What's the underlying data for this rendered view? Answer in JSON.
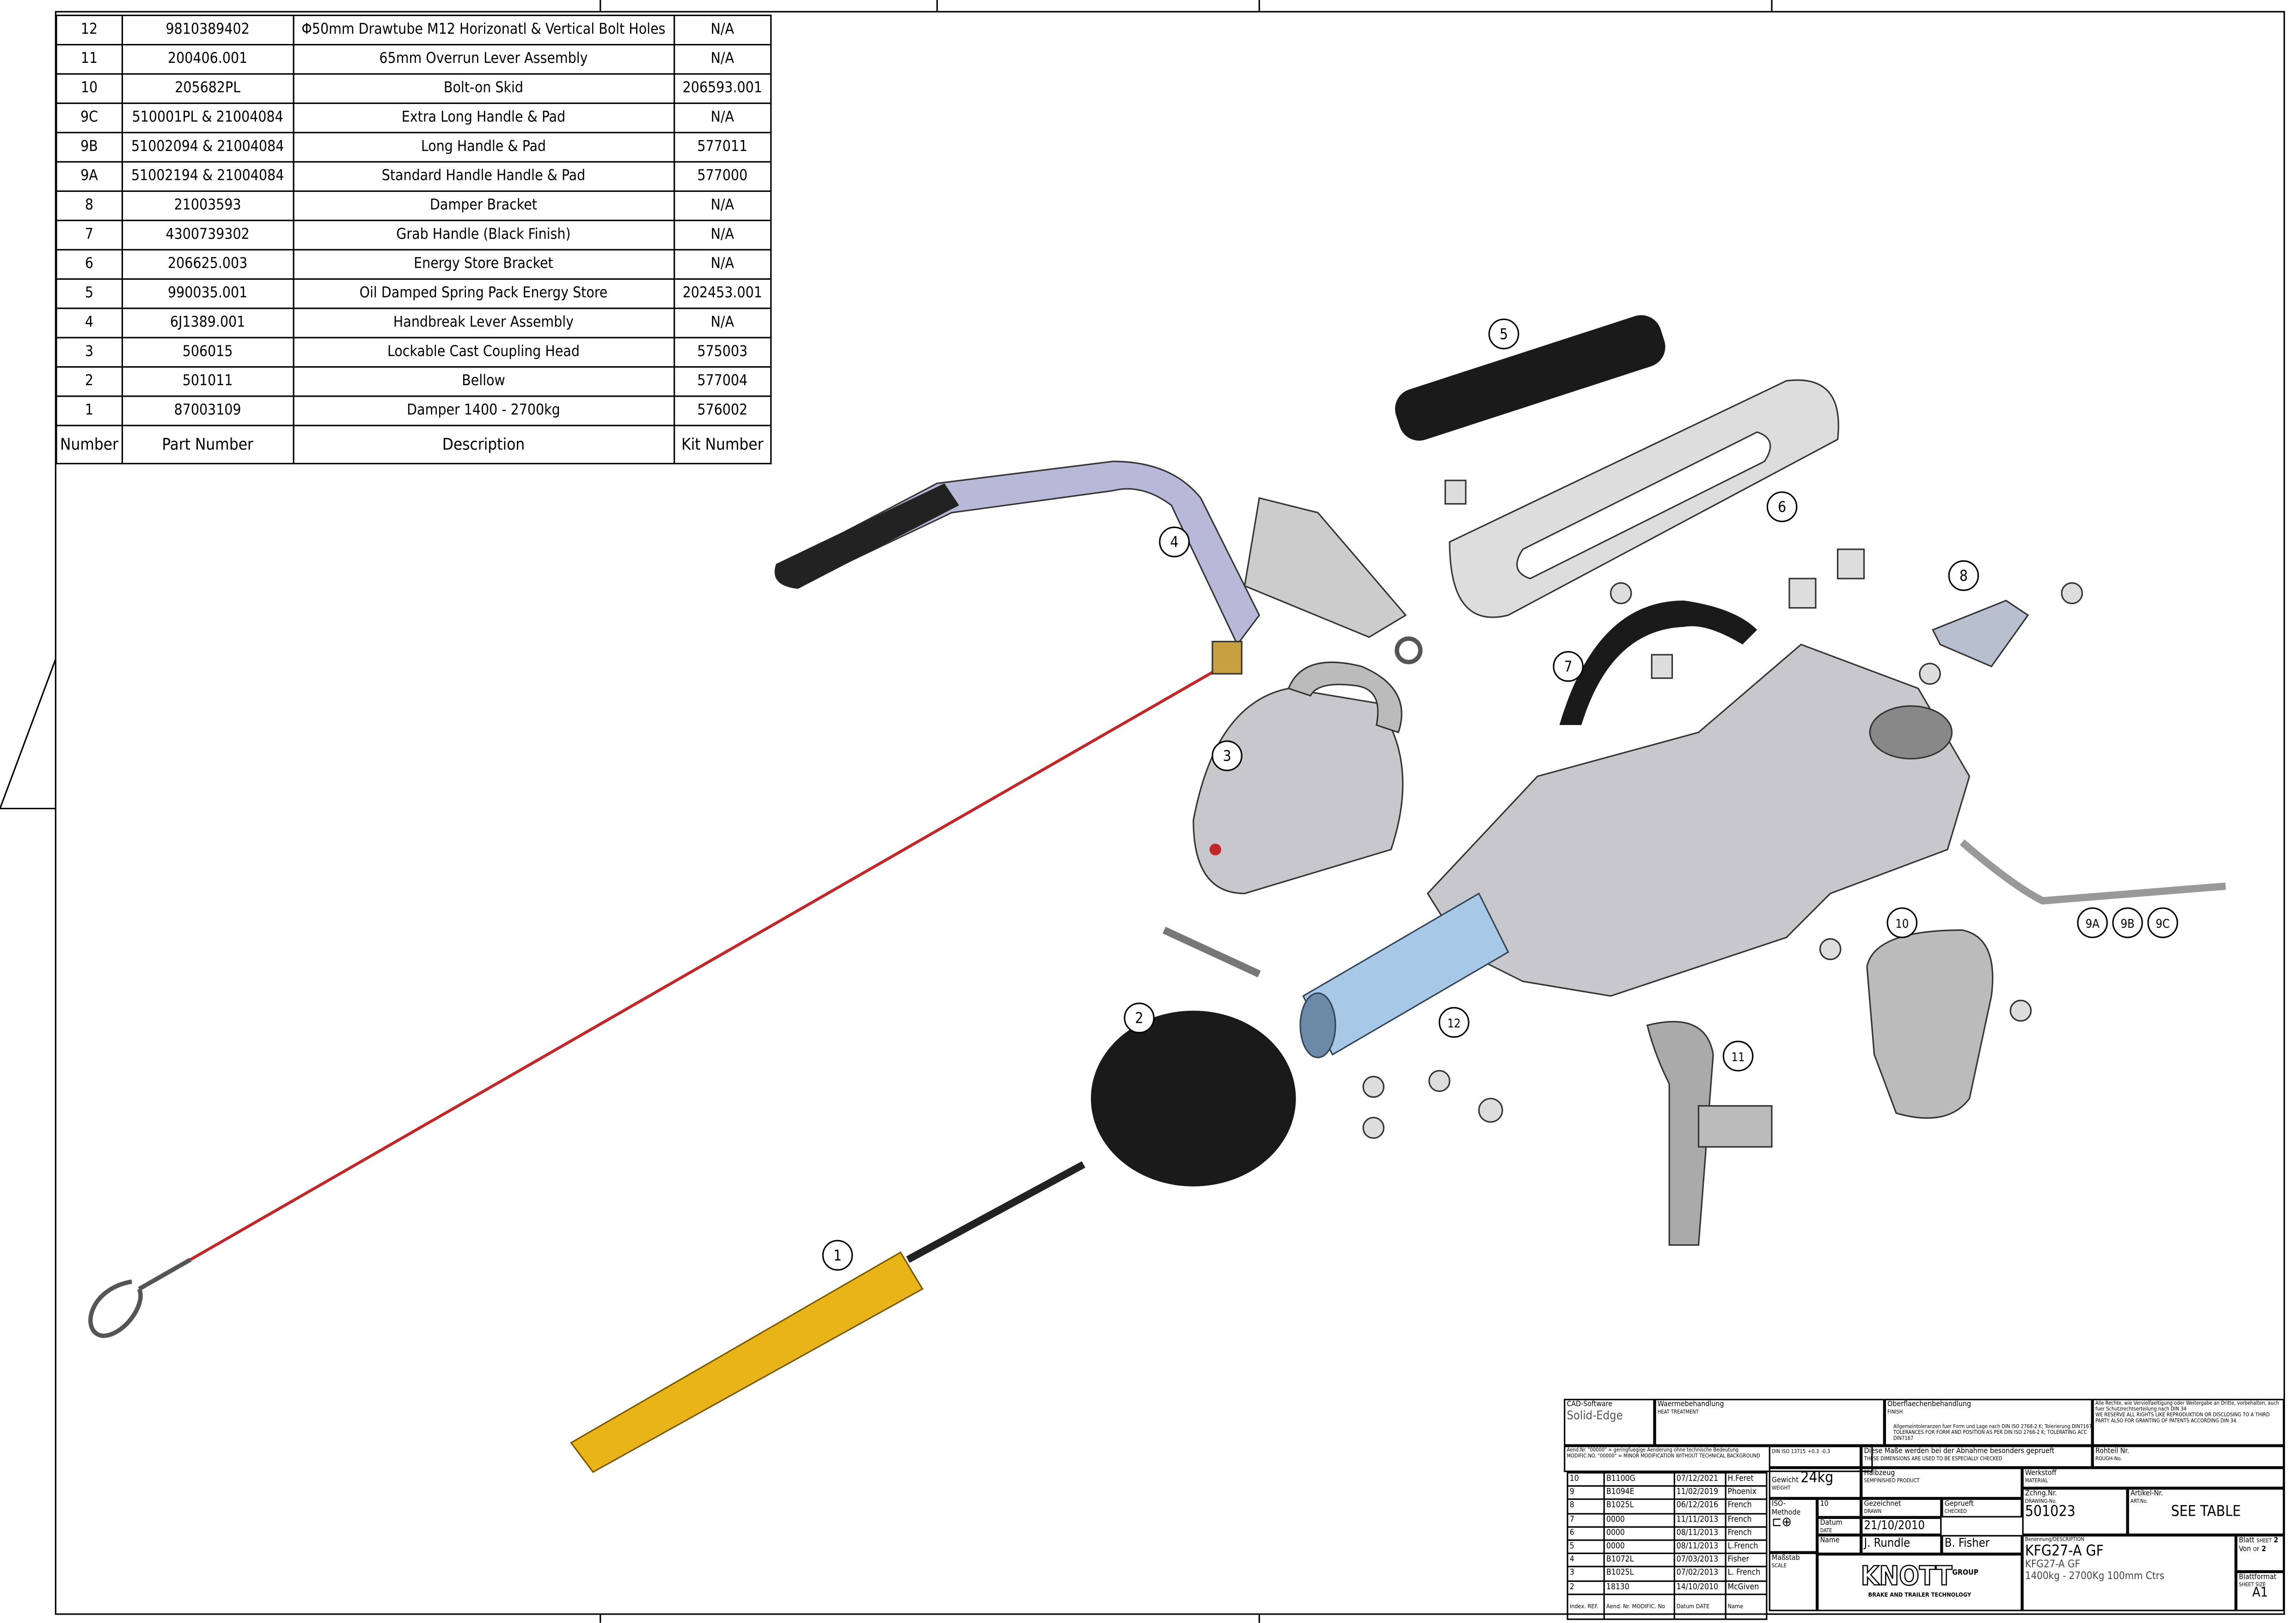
{
  "parts_table": {
    "headers": {
      "number": "Number",
      "part_number": "Part Number",
      "description": "Description",
      "kit_number": "Kit Number"
    },
    "rows": [
      {
        "number": "12",
        "part_number": "9810389402",
        "description": "Φ50mm Drawtube M12 Horizonatl & Vertical Bolt Holes",
        "kit_number": "N/A"
      },
      {
        "number": "11",
        "part_number": "200406.001",
        "description": "65mm Overrun Lever Assembly",
        "kit_number": "N/A"
      },
      {
        "number": "10",
        "part_number": "205682PL",
        "description": "Bolt-on Skid",
        "kit_number": "206593.001"
      },
      {
        "number": "9C",
        "part_number": "510001PL &  21004084",
        "description": "Extra Long Handle & Pad",
        "kit_number": "N/A"
      },
      {
        "number": "9B",
        "part_number": "51002094 &  21004084",
        "description": "Long Handle & Pad",
        "kit_number": "577011"
      },
      {
        "number": "9A",
        "part_number": "51002194 &  21004084",
        "description": "Standard Handle Handle & Pad",
        "kit_number": "577000"
      },
      {
        "number": "8",
        "part_number": "21003593",
        "description": "Damper Bracket",
        "kit_number": "N/A"
      },
      {
        "number": "7",
        "part_number": "4300739302",
        "description": "Grab Handle (Black Finish)",
        "kit_number": "N/A"
      },
      {
        "number": "6",
        "part_number": "206625.003",
        "description": "Energy Store Bracket",
        "kit_number": "N/A"
      },
      {
        "number": "5",
        "part_number": "990035.001",
        "description": "Oil Damped Spring Pack Energy Store",
        "kit_number": "202453.001"
      },
      {
        "number": "4",
        "part_number": "6J1389.001",
        "description": "Handbreak Lever Assembly",
        "kit_number": "N/A"
      },
      {
        "number": "3",
        "part_number": "506015",
        "description": "Lockable Cast Coupling Head",
        "kit_number": "575003"
      },
      {
        "number": "2",
        "part_number": "501011",
        "description": "Bellow",
        "kit_number": "577004"
      },
      {
        "number": "1",
        "part_number": "87003109",
        "description": "Damper 1400 - 2700kg",
        "kit_number": "576002"
      }
    ]
  },
  "balloons": [
    "5",
    "6",
    "4",
    "8",
    "7",
    "3",
    "9A",
    "9B",
    "9C",
    "10",
    "2",
    "12",
    "11",
    "1"
  ],
  "title_block": {
    "cad_label": "CAD-Software",
    "cad_value": "Solid-Edge",
    "heat_label": "Waermebehandlung",
    "heat_en": "HEAT TREATMENT",
    "finish_label": "Oberflaechenbehandlung",
    "finish_en": "FINISH",
    "tol_de": "Allgemeintoleranzen fuer Form und Lage nach DIN ISO 2768-2 K; Tolerierung DIN7167",
    "tol_en": "TOLERANCES FOR FORM AND POSITION AS PER DIN ISO 2768-2 K; TOLERATING ACC DIN7167",
    "rights_de": "Alle Rechte, wie Vervielfaeltigung oder Weitergabe an Dritte, vorbehalten, auch fuer Schutzrechtserteilung nach DIN 34",
    "rights_en": "WE RESERVE ALL RIGHTS LIKE REPRODUKTION OR DISCLOSING TO A THIRD PARTY ALSO FOR GRANTING OF PATENTS ACCORDING DIN 34.",
    "mod_de": "Aend.Nr. \"00000\" = geringfuegige Aenderung ohne technische Bedeutung",
    "mod_en": "MODIFIC.NO. \"00000\" = MINOR MODIFICATION WITHOUT TECHNICAL BACKGROUND",
    "din": "DIN ISO 13715",
    "din_plus": "+0.3",
    "din_minus": "-0.3",
    "check_de": "Diese Maße werden bei der Abnahme besonders geprueft",
    "check_en": "THESE DIMENSIONS ARE USED TO BE ESPECIALLY CHECKED",
    "rough_label": "Rohteil Nr.",
    "rough_en": "ROUGH-No.",
    "weight_label": "Gewicht",
    "weight_en": "WEIGHT",
    "weight": "24kg",
    "semi_label": "Halbzeug",
    "semi_en": "SEMFINISHED PRODUCT",
    "material_label": "Werkstoff",
    "material_en": "MATERIAL",
    "iso_label": "ISO-Methode",
    "iso_value": "10",
    "drawn_label": "Gezeichnet",
    "drawn_en": "DRAWN",
    "checked_label": "Geprueft",
    "checked_en": "CHECKED",
    "date_label": "Datum",
    "date_en": "DATE",
    "date": "21/10/2010",
    "name_label": "Name",
    "drawn_name": "J. Rundle",
    "checked_name": "B. Fisher",
    "drawing_no_label": "Zchng.Nr.",
    "drawing_no_en": "DRAWING-No.",
    "drawing_no": "501023",
    "art_label": "Artikel-Nr.",
    "art_en": "ART.No.",
    "art_no": "SEE TABLE",
    "scale_label": "Maßstab",
    "scale_en": "SCALE",
    "logo": "KNOTT",
    "logo_group": "GROUP",
    "logo_tagline": "BRAKE AND TRAILER TECHNOLOGY",
    "desc_label": "Benennung/DESCRIPTION",
    "desc_title": "KFG27-A GF",
    "desc_sub": "KFG27-A GF",
    "desc_range": "1400kg - 2700Kg 100mm Ctrs",
    "sheet_label": "Blatt",
    "sheet_en": "SHEET",
    "sheet": "2",
    "of_label": "Von",
    "of_en": "OF",
    "of_total": "2",
    "size_label": "Blattformat",
    "size_en": "SHEET SIZE",
    "size": "A1"
  },
  "revisions": {
    "headers": {
      "index": "Index. REF.",
      "mod": "Aend. Nr. MODIFIC. No",
      "date": "Datum DATE",
      "name": "Name"
    },
    "rows": [
      [
        "10",
        "B1100G",
        "07/12/2021",
        "H.Feret"
      ],
      [
        "9",
        "B1094E",
        "11/02/2019",
        "Phoenix"
      ],
      [
        "8",
        "B1025L",
        "06/12/2016",
        "French"
      ],
      [
        "7",
        "0000",
        "11/11/2013",
        "French"
      ],
      [
        "6",
        "0000",
        "08/11/2013",
        "French"
      ],
      [
        "5",
        "0000",
        "08/11/2013",
        "L.French"
      ],
      [
        "4",
        "B1072L",
        "07/03/2013",
        "Fisher"
      ],
      [
        "3",
        "B1025L",
        "07/02/2013",
        "L. French"
      ],
      [
        "2",
        "18130",
        "14/10/2010",
        "McGiven"
      ]
    ]
  },
  "colors": {
    "cable": "#c0282a",
    "damper": "#e8b418",
    "tube": "#a8c8e8",
    "body": "#c8c8cc",
    "rubber": "#1a1a1a",
    "handle": "#b8b8d8"
  }
}
